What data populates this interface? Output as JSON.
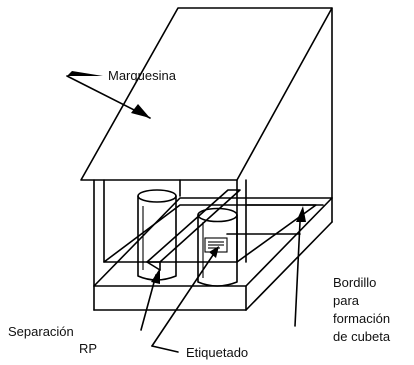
{
  "labels": {
    "canopy": "Marquesina",
    "separation_line1": "Separación",
    "separation_line2": "RP",
    "labeling": "Etiquetado",
    "curb_line1": "Bordillo",
    "curb_line2": "para",
    "curb_line3": "formación",
    "curb_line4": "de cubeta"
  }
}
